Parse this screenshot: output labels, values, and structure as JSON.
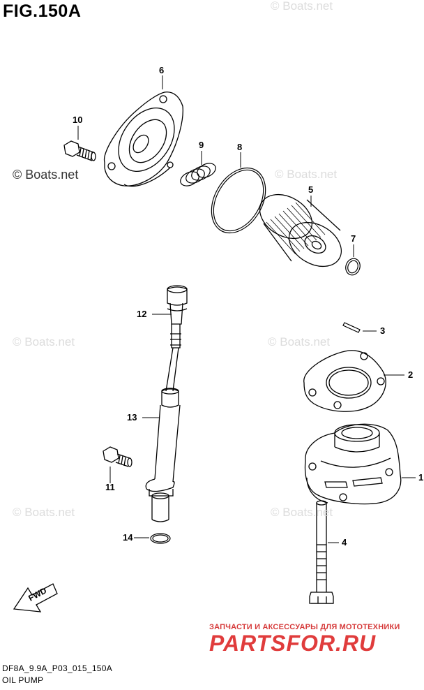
{
  "figure": {
    "title": "FIG.150A",
    "model_code": "DF8A_9.9A_P03_015_150A",
    "caption": "OIL PUMP"
  },
  "watermark": {
    "text": "© Boats.net",
    "dark_text": "© Boats.net"
  },
  "branding": {
    "tagline": "ЗАПЧАСТИ И АКСЕССУАРЫ ДЛЯ МОТОТЕХНИКИ",
    "brand": "PARTSFOR.RU",
    "color": "#e03c3c"
  },
  "direction_label": "FWD",
  "callouts": [
    {
      "id": "1",
      "part": "oil pump body"
    },
    {
      "id": "2",
      "part": "gasket"
    },
    {
      "id": "3",
      "part": "pin"
    },
    {
      "id": "4",
      "part": "bolt"
    },
    {
      "id": "5",
      "part": "oil filter"
    },
    {
      "id": "6",
      "part": "filter cover"
    },
    {
      "id": "7",
      "part": "o-ring small"
    },
    {
      "id": "8",
      "part": "o-ring large"
    },
    {
      "id": "9",
      "part": "spring"
    },
    {
      "id": "10",
      "part": "bolt"
    },
    {
      "id": "11",
      "part": "bolt"
    },
    {
      "id": "12",
      "part": "dipstick"
    },
    {
      "id": "13",
      "part": "dipstick guide"
    },
    {
      "id": "14",
      "part": "o-ring"
    }
  ]
}
